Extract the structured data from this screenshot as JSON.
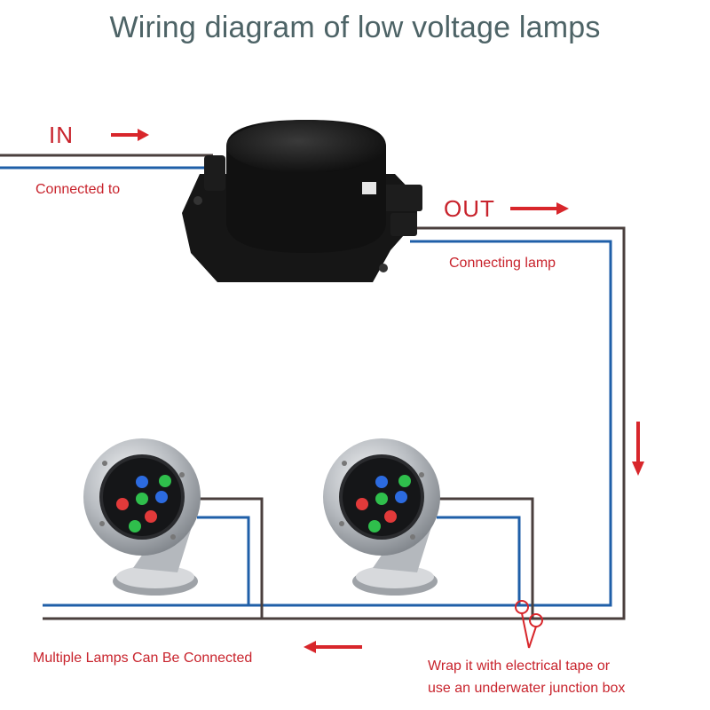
{
  "title": "Wiring diagram of low voltage lamps",
  "labels": {
    "in": "IN",
    "out": "OUT",
    "connected_to": "Connected to",
    "connecting_lamp": "Connecting lamp",
    "multiple_lamps": "Multiple Lamps Can Be Connected",
    "wrap_line1": "Wrap it with electrical tape or",
    "wrap_line2": "use an underwater junction box"
  },
  "colors": {
    "title": "#4d6366",
    "label": "#c8232c",
    "arrow": "#d8262b",
    "wire_blue": "#1f5fa8",
    "wire_brown": "#4a3f3d",
    "transformer": "#1a1a1a",
    "lamp_steel": "#c9ccd0"
  },
  "icons": [
    "transformer-icon",
    "underwater-lamp-icon",
    "arrow-right-icon",
    "arrow-down-icon",
    "arrow-left-icon",
    "junction-circle-icon"
  ]
}
